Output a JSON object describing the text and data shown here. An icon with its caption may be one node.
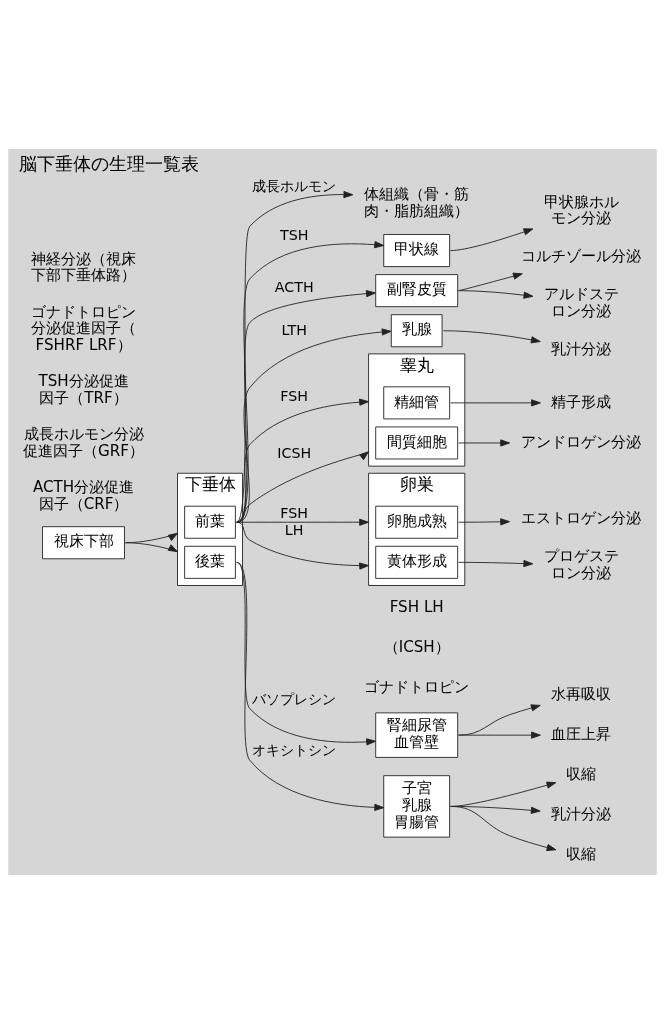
{
  "diagram": {
    "title": "脳下垂体の生理一覧表",
    "nodes": [
      {
        "text": [
          "視床下部"
        ]
      },
      {
        "text": [
          "下垂体"
        ]
      },
      {
        "text": [
          "前葉"
        ],
        "in": 1
      },
      {
        "text": [
          "後葉"
        ],
        "in": 1
      },
      {
        "text": [
          "体組織（骨・筋肉・脂肪組織）"
        ]
      },
      {
        "text": [
          "甲状線"
        ]
      },
      {
        "text": [
          "副腎皮質"
        ]
      },
      {
        "text": [
          "乳腺"
        ]
      },
      {
        "text": [
          "睾丸"
        ]
      },
      {
        "text": [
          "精細管"
        ],
        "in": 8
      },
      {
        "text": [
          "間質細胞"
        ],
        "in": 8
      },
      {
        "text": [
          "卵巣"
        ]
      },
      {
        "text": [
          "卵胞成熟"
        ],
        "in": 11
      },
      {
        "text": [
          "黄体形成"
        ],
        "in": 11
      },
      {
        "text": [
          "腎細尿管",
          "血管壁"
        ]
      },
      {
        "text": [
          "子宮",
          "乳腺",
          "胃腸管"
        ]
      },
      {
        "text": [
          "甲状腺ホルモン分泌"
        ]
      },
      {
        "text": [
          "コルチゾール分泌"
        ]
      },
      {
        "text": [
          "アルドステロン分泌"
        ]
      },
      {
        "text": [
          "乳汁分泌"
        ]
      },
      {
        "text": [
          "精子形成"
        ]
      },
      {
        "text": [
          "アンドロゲン分泌"
        ]
      },
      {
        "text": [
          "エストロゲン分泌"
        ]
      },
      {
        "text": [
          "プロゲステロン分泌"
        ]
      },
      {
        "text": [
          "水再吸収"
        ]
      },
      {
        "text": [
          "血圧上昇"
        ]
      },
      {
        "text": [
          "収縮"
        ]
      },
      {
        "text": [
          "乳汁分泌"
        ]
      },
      {
        "text": [
          "収縮"
        ]
      }
    ],
    "edges": [
      {
        "from": 0,
        "to": 1,
        "arrow": "to"
      },
      {
        "from": 0,
        "to": 1,
        "arrow": "to"
      },
      {
        "from": 2,
        "to": 4,
        "arrow": "to",
        "label": "成長ホルモン"
      },
      {
        "from": 2,
        "to": 5,
        "arrow": "to",
        "label": "TSH"
      },
      {
        "from": 2,
        "to": 6,
        "arrow": "to",
        "label": "ACTH"
      },
      {
        "from": 2,
        "to": 7,
        "arrow": "to",
        "label": "LTH"
      },
      {
        "from": 2,
        "to": 8,
        "arrow": "to",
        "label": "FSH"
      },
      {
        "from": 2,
        "to": 8,
        "arrow": "to",
        "label": "ICSH"
      },
      {
        "from": 2,
        "to": 11,
        "arrow": "to",
        "label": "FSH"
      },
      {
        "from": 2,
        "to": 11,
        "arrow": "to",
        "label": "LH"
      },
      {
        "from": 3,
        "to": 14,
        "arrow": "to",
        "label": "バソプレシン"
      },
      {
        "from": 3,
        "to": 15,
        "arrow": "to",
        "label": "オキシトシン"
      },
      {
        "from": 5,
        "to": 16,
        "arrow": "to"
      },
      {
        "from": 6,
        "to": 17,
        "arrow": "to"
      },
      {
        "from": 6,
        "to": 18,
        "arrow": "to"
      },
      {
        "from": 7,
        "to": 19,
        "arrow": "to"
      },
      {
        "from": 9,
        "to": 20,
        "arrow": "to"
      },
      {
        "from": 10,
        "to": 21,
        "arrow": "to"
      },
      {
        "from": 12,
        "to": 22,
        "arrow": "to"
      },
      {
        "from": 13,
        "to": 23,
        "arrow": "to"
      },
      {
        "from": 14,
        "to": 24,
        "arrow": "to"
      },
      {
        "from": 14,
        "to": 25,
        "arrow": "to"
      },
      {
        "from": 15,
        "to": 26,
        "arrow": "to"
      },
      {
        "from": 15,
        "to": 27,
        "arrow": "to"
      },
      {
        "from": 15,
        "to": 28,
        "arrow": "to"
      }
    ],
    "labels": [
      "ACTH分泌促進因子（CRF）",
      "成長ホルモン分泌促進因子（GRF）",
      "TSH分泌促進因子（TRF）",
      "ゴナドトロピン分泌促進因子（FSHRF LRF）",
      "神経分泌（視床下部下垂体路）",
      "FSH LH",
      "（ICSH）",
      "ゴナドトロピン"
    ]
  }
}
